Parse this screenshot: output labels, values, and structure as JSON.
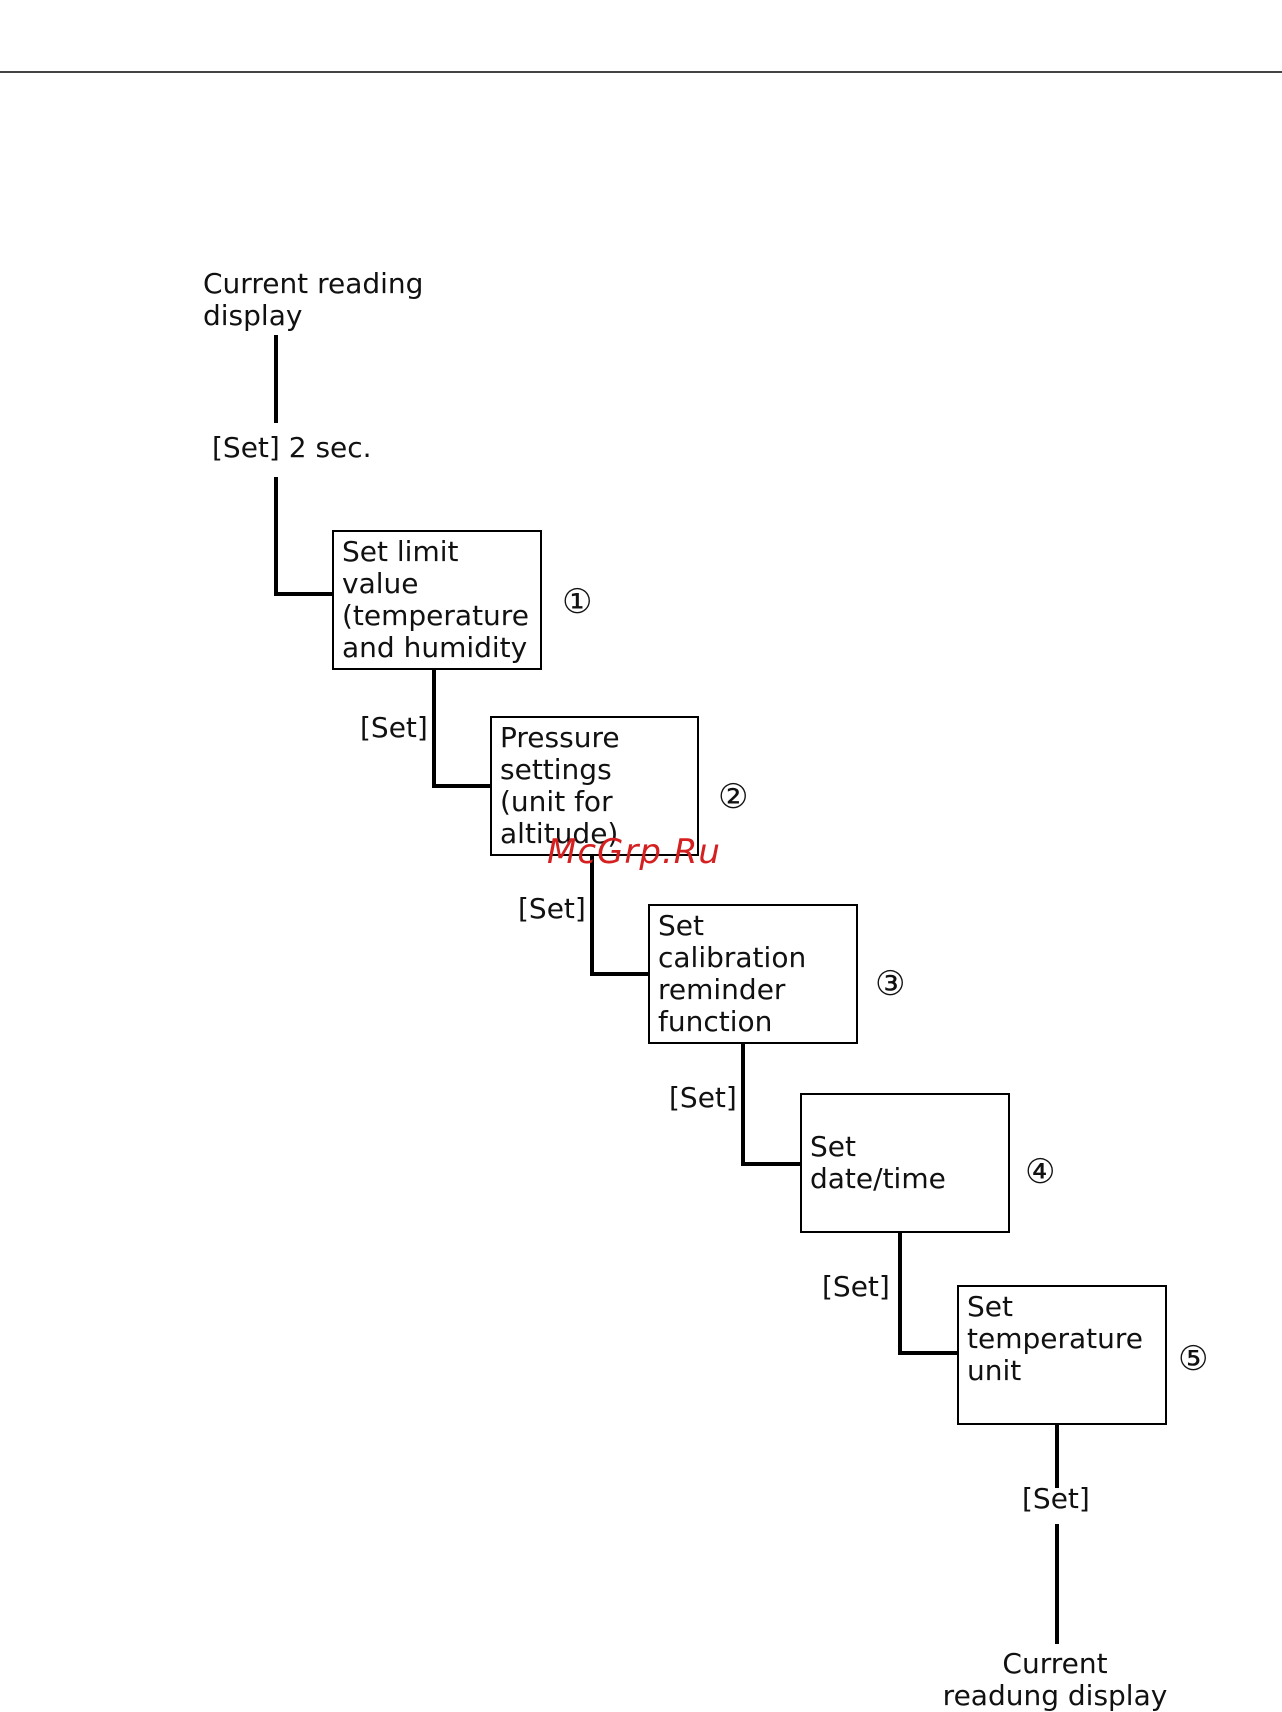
{
  "start_label": "Current reading\ndisplay",
  "first_transition": "[Set] 2 sec.",
  "transition": "[Set]",
  "steps": [
    {
      "text": "Set limit\nvalue\n(temperature\nand humidity",
      "num": "①"
    },
    {
      "text": "Pressure\nsettings\n(unit for\naltitude)",
      "num": "②"
    },
    {
      "text": "Set calibration\nreminder\nfunction",
      "num": "③"
    },
    {
      "text": "Set date/time",
      "num": "④"
    },
    {
      "text": "Set\ntemperature\nunit",
      "num": "⑤"
    }
  ],
  "end_label": "Current\nreadung display",
  "watermark": "McGrp.Ru"
}
